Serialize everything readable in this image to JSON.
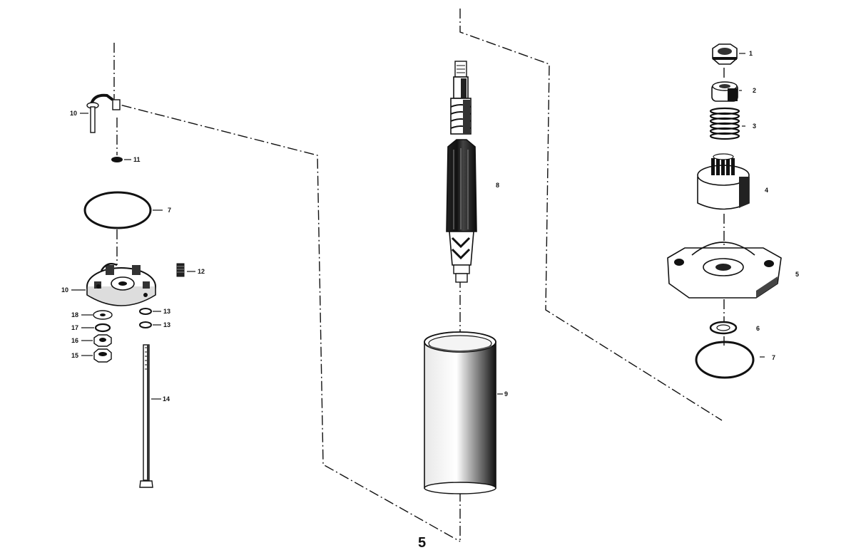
{
  "figure": {
    "number": "5"
  },
  "callouts": {
    "c1": "1",
    "c2": "2",
    "c3": "3",
    "c4": "4",
    "c5": "5",
    "c6": "6",
    "c7r": "7",
    "c8": "8",
    "c9": "9",
    "c10a": "10",
    "c11": "11",
    "c7l": "7",
    "c10b": "10",
    "c12": "12",
    "c13a": "13",
    "c13b": "13",
    "c14": "14",
    "c15": "15",
    "c16": "16",
    "c17": "17",
    "c18": "18"
  },
  "colors": {
    "ink": "#111111",
    "paper": "#ffffff",
    "shade": "#555555"
  },
  "parts": {
    "p1": "hex-nut-icon",
    "p2": "spacer-icon",
    "p3": "spring-icon",
    "p4": "drive-pinion-icon",
    "p5": "end-cap-icon",
    "p6": "washer-icon",
    "p7": "o-ring-icon",
    "p8": "armature-icon",
    "p9": "frame-housing-icon",
    "p10": "terminal-icon",
    "p11": "insulator-icon",
    "p12": "brush-spring-icon",
    "p13": "washer-icon",
    "p14": "through-bolt-icon",
    "p15": "hex-nut-icon",
    "p16": "hex-nut-icon",
    "p17": "lock-washer-icon",
    "p18": "flat-washer-icon"
  }
}
